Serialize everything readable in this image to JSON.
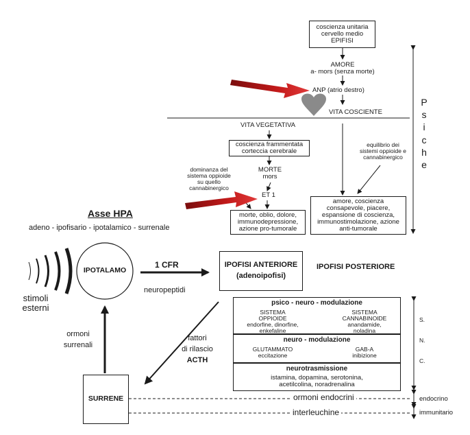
{
  "top": {
    "coscienza_box": [
      "coscienza unitaria",
      "cervello medio",
      "EPIFISI"
    ],
    "amore": [
      "AMORE",
      "a- mors (senza morte)"
    ],
    "anp": "ANP (atrio destro)",
    "vita_cosciente": "VITA COSCIENTE",
    "vita_vegetativa": "VITA VEGETATIVA",
    "frammentata_box": [
      "coscienza frammentata",
      "corteccia cerebrale"
    ],
    "morte": [
      "MORTE",
      "mors"
    ],
    "et1": "ET 1",
    "dominanza": [
      "dominanza del",
      "sistema oppioide",
      "su quello",
      "cannabinergico"
    ],
    "morte_box": [
      "morte, oblio, dolore,",
      "immunodepressione,",
      "azione pro-tumorale"
    ],
    "equilibrio": [
      "equilibrio dei",
      "sistemi oppioide e",
      "cannabinergico"
    ],
    "amore_box": [
      "amore, coscienza",
      "consapevole, piacere,",
      "espansione di coscienza,",
      "immunostimolazione, azione",
      "anti-tumorale"
    ],
    "psiche": [
      "P",
      "s",
      "i",
      "c",
      "h",
      "e"
    ]
  },
  "hpa": {
    "title": "Asse HPA",
    "subtitle": "adeno - ipofisario - ipotalamico - surrenale",
    "stimoli": [
      "stimoli",
      "esterni"
    ],
    "ipotalamo": "IPOTALAMO",
    "cfr": "1 CFR",
    "neuropeptidi": "neuropeptidi",
    "ipofisi_anteriore": [
      "IPOFISI ANTERIORE",
      "(adenoipofisi)"
    ],
    "ipofisi_posteriore": "IPOFISI POSTERIORE",
    "ormoni_surrenali": [
      "ormoni",
      "surrenali"
    ],
    "fattori": [
      "fattori",
      "di rilascio",
      "ACTH"
    ],
    "surrene": "SURRENE"
  },
  "modulation": {
    "psico": {
      "title": "psico - neuro - modulazione",
      "left": [
        "SISTEMA",
        "OPPIOIDE",
        "endorfine, dinorfine,",
        "enkefaline"
      ],
      "right": [
        "SISTEMA",
        "CANNABINOIDE",
        "anandamide,",
        "noladina"
      ]
    },
    "neuro": {
      "title": "neuro - modulazione",
      "left": [
        "GLUTAMMATO",
        "eccitazione"
      ],
      "right": [
        "GAB-A",
        "inibizione"
      ]
    },
    "trasmissione": {
      "title": "neurotrasmissione",
      "lines": [
        "istamina, dopamina, serotonina,",
        "acetilcolina, noradrenalina"
      ]
    },
    "snc": [
      "S.",
      "N.",
      "C."
    ]
  },
  "bottom": {
    "ormoni_endocrini": "ormoni endocrini",
    "interleuchine": "interleuchine",
    "endocrino": "endocrino",
    "immunitario": "immunitario"
  },
  "colors": {
    "arrow_red": "#c41a1a",
    "heart": "#8a8a8a",
    "ink": "#1a1a1a"
  }
}
